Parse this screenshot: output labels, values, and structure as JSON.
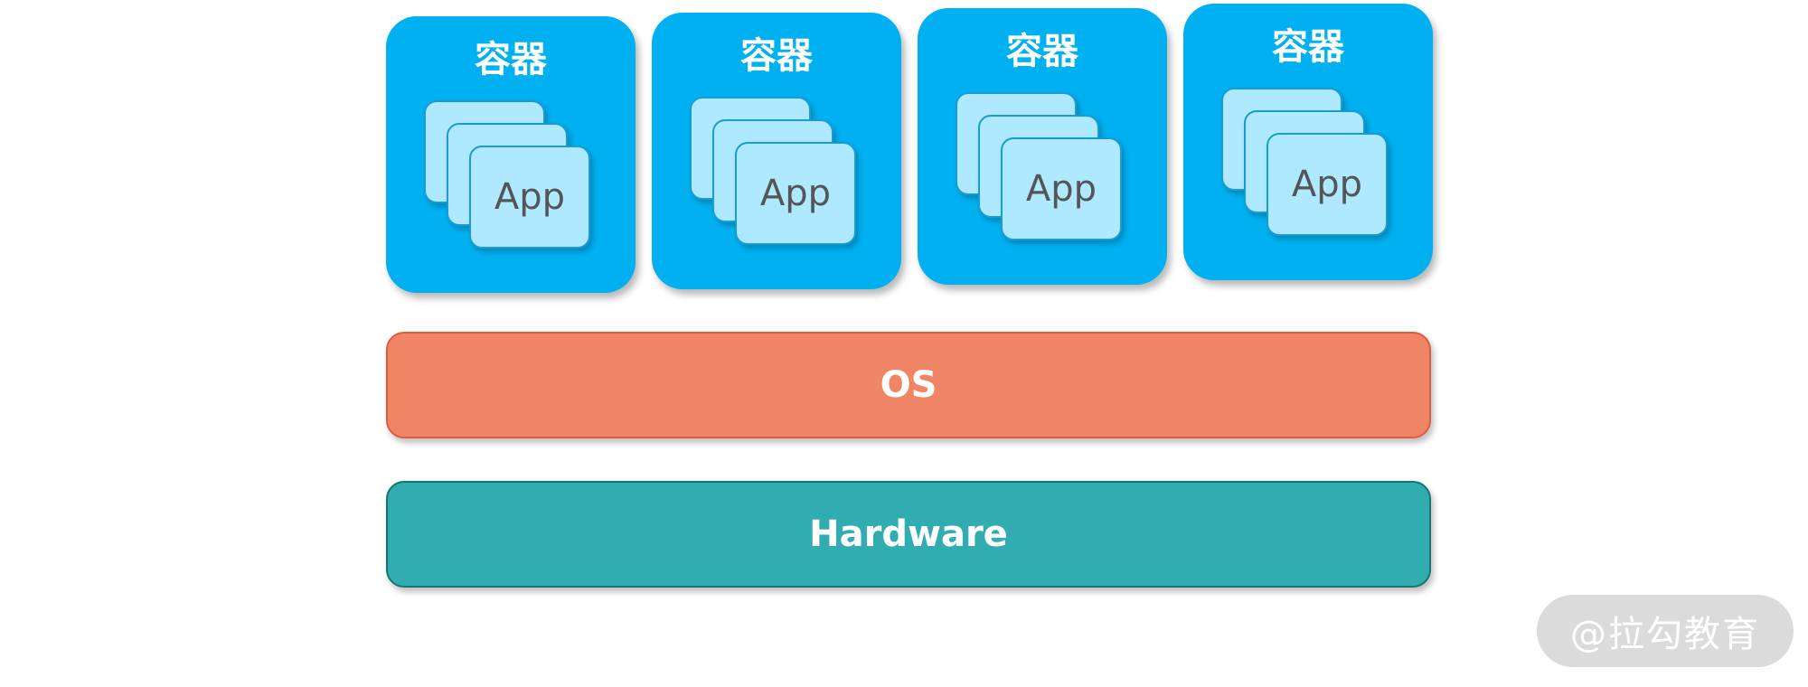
{
  "containers": [
    {
      "title": "容器",
      "apps": [
        "App"
      ]
    },
    {
      "title": "容器",
      "apps": [
        "App"
      ]
    },
    {
      "title": "容器",
      "apps": [
        "App"
      ]
    },
    {
      "title": "容器",
      "apps": [
        "App"
      ]
    }
  ],
  "layers": {
    "os": {
      "label": "OS"
    },
    "hardware": {
      "label": "Hardware"
    }
  },
  "watermark": {
    "text": "@拉勾教育"
  },
  "colors": {
    "container_fill": "#00b0f0",
    "app_fill": "#aee9ff",
    "app_border": "#1a9bd4",
    "app_text": "#555555",
    "os_fill": "#f08565",
    "os_border": "#e25a3c",
    "hardware_fill": "#31adb2",
    "hardware_border": "#15766f",
    "label_text": "#ffffff"
  }
}
